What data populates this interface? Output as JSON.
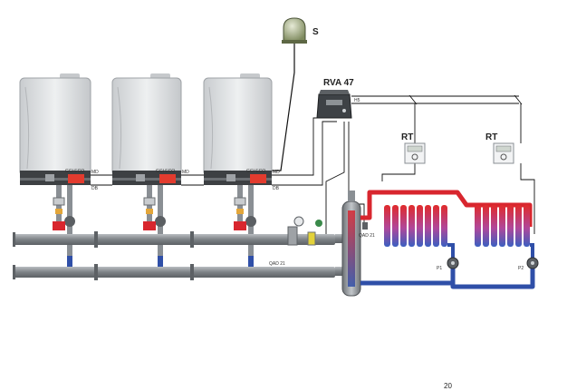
{
  "labels": {
    "sensor": "S",
    "controller": "RVA 47",
    "thermostat_left": "RT",
    "thermostat_right": "RT",
    "qad_top": "QAD 21",
    "qad_bottom": "QAD 21",
    "pump_1": "P1",
    "pump_2": "P2",
    "bus_h5": "H5",
    "bus_md": "MD",
    "bus_db": "DB",
    "boiler_tag": "GCI ECO",
    "corner_mark": "20"
  },
  "colors": {
    "pipe_grey": "#8a8f94",
    "hot_red": "#d8262e",
    "cold_blue": "#2f4fa8",
    "boiler_body": "#dcdedf",
    "wire": "#111111"
  }
}
